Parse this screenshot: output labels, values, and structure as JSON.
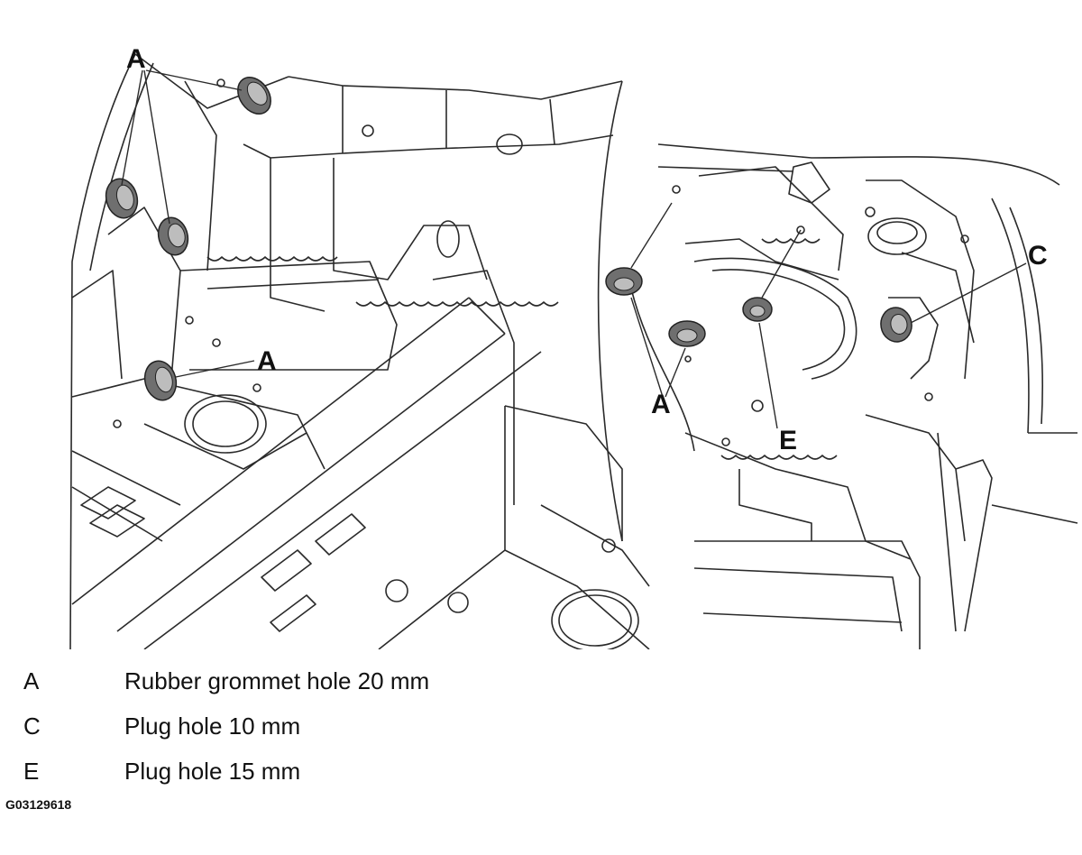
{
  "diagram": {
    "callouts": {
      "a1": "A",
      "a2": "A",
      "a3": "A",
      "c": "C",
      "e": "E"
    }
  },
  "legend": [
    {
      "key": "A",
      "text": "Rubber grommet hole 20 mm"
    },
    {
      "key": "C",
      "text": "Plug hole 10 mm"
    },
    {
      "key": "E",
      "text": "Plug hole 15 mm"
    }
  ],
  "figure_id": "G03129618",
  "colors": {
    "line": "#2a2a2a",
    "grommet": "#6f6f6f",
    "grommet_light": "#bdbdbd"
  }
}
